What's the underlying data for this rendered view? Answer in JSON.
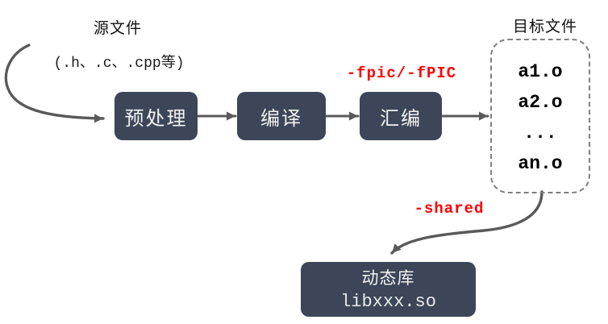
{
  "colors": {
    "box-fill": "#3c4658",
    "box-text": "#f2f2f2",
    "arrow": "#595959",
    "dashed-border": "#808080",
    "flag-red": "#ff0000",
    "text-dark": "#111111"
  },
  "source": {
    "title": "源文件",
    "subtitle": "(.h、.c、.cpp等)"
  },
  "pipeline": [
    {
      "label": "预处理"
    },
    {
      "label": "编译"
    },
    {
      "label": "汇编"
    }
  ],
  "flags": {
    "fpic": "-fpic/-fPIC",
    "shared": "-shared"
  },
  "objects": {
    "title": "目标文件",
    "items": [
      "a1.o",
      "a2.o",
      "...",
      "an.o"
    ]
  },
  "library": {
    "title": "动态库",
    "filename": "libxxx.so"
  }
}
